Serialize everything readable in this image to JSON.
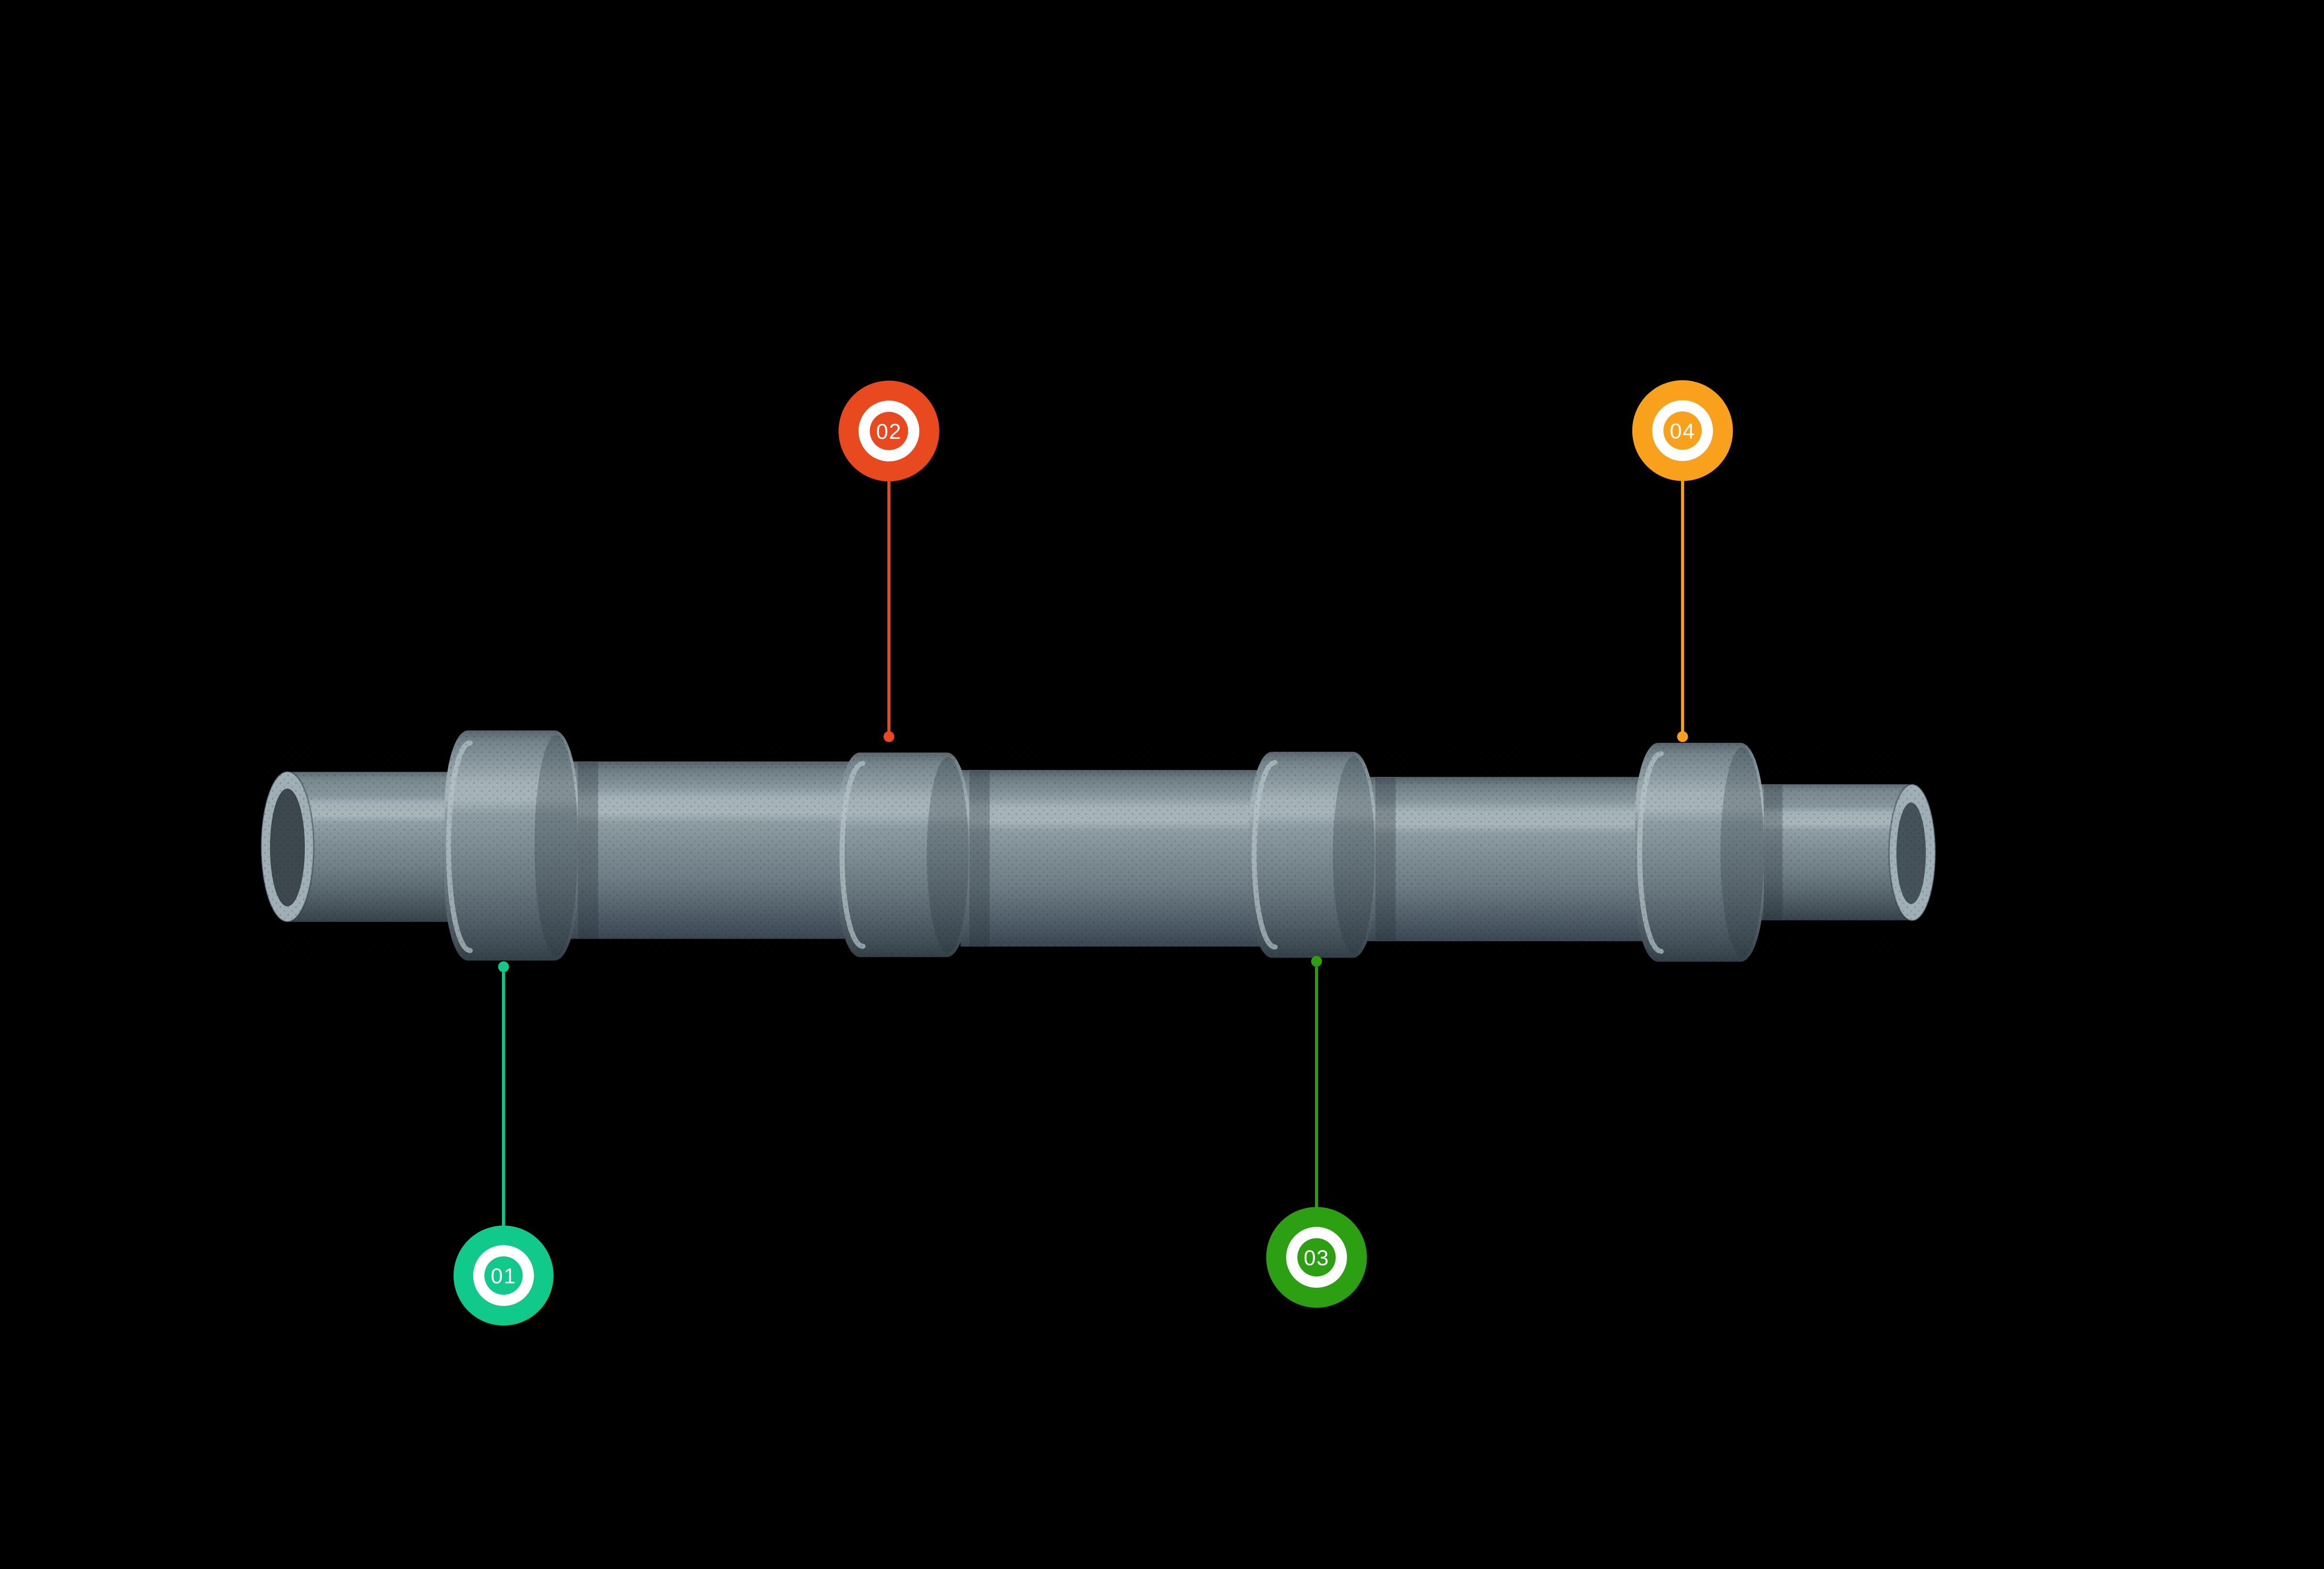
{
  "background_color": "#000000",
  "diagram": {
    "shaft": {
      "body_color": "#7E8D93",
      "highlight_color": "#A7B5BA",
      "shadow_color": "#39454D",
      "rim_color": "#9FAFB5",
      "bore_color_left": "#3C484D",
      "bore_color_right": "#46525A"
    }
  },
  "marker_style": {
    "ring_color": "#FFFFFF",
    "label_color": "#FFFFFF"
  },
  "markers": [
    {
      "label": "01",
      "color": "#12C98C",
      "placement": "below-shaft-collar-1"
    },
    {
      "label": "02",
      "color": "#E8491E",
      "placement": "above-shaft-collar-2"
    },
    {
      "label": "03",
      "color": "#2CA012",
      "placement": "below-shaft-collar-3"
    },
    {
      "label": "04",
      "color": "#F9A01D",
      "placement": "above-shaft-collar-4"
    }
  ]
}
